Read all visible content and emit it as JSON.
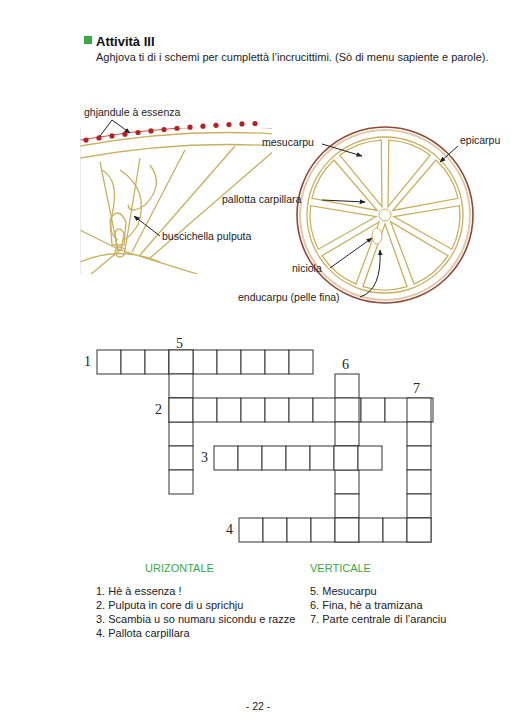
{
  "diagram": {
    "title": "Attività III",
    "labels": [
      "Aghjova ti di i schemi per cumplettà l’incrucittimi. (Sò di menu sapiente e parole).",
      "ghjandule à essenza",
      "buscichella pulputa",
      "mesucarpu",
      "epicarpu",
      "pallotta carpillara",
      "niciola",
      "enducarpu (pelle fina)",
      "5",
      "1",
      "6",
      "7",
      "2",
      "3",
      "4",
      "URIZONTALE",
      "VERTICALE",
      "1. Hè à essenza !",
      "2. Pulputa in core di u sprichju",
      "3. Scambia u so numaru sicondu e razze",
      "4. Pallota carpillara",
      "5. Mesucarpu",
      "6. Fina, hè a tramizana",
      "7. Parte centrale di l’aranciu",
      "- 22 -"
    ]
  }
}
